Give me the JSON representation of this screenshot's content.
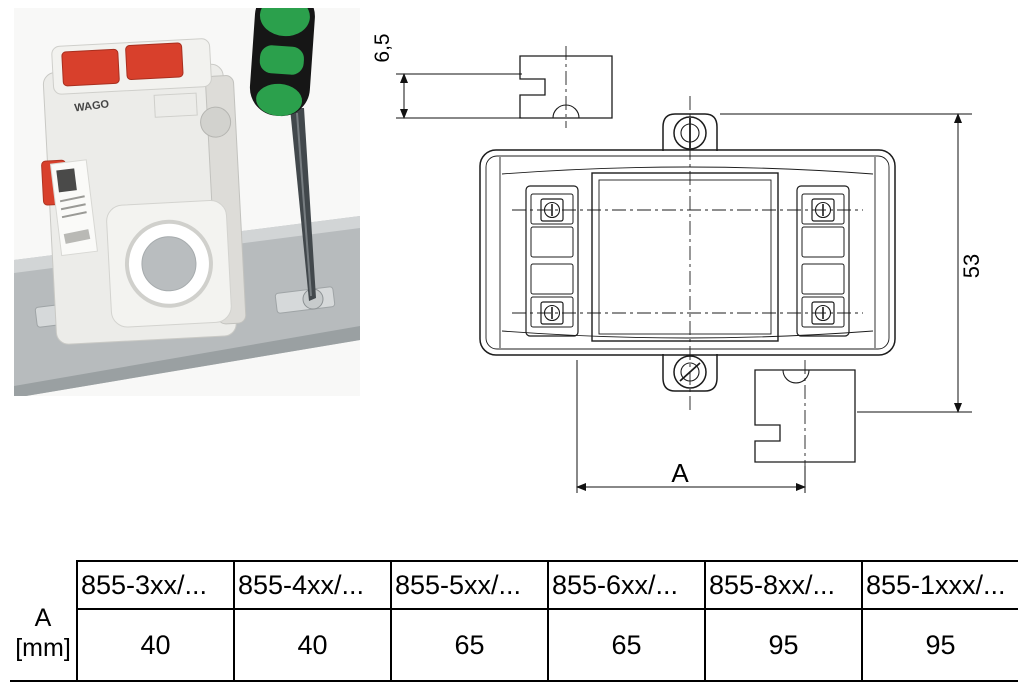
{
  "photo": {
    "brand": "WAGO",
    "colors": {
      "device_red": "#d8402c",
      "handle_green": "#2ba04c",
      "rail_gray": "#b7bbbd"
    }
  },
  "drawing": {
    "dim_offset": "6,5",
    "dim_height": "53",
    "dim_width": "A"
  },
  "table": {
    "row_label": [
      "A",
      "[mm]"
    ],
    "columns": [
      "855-3xx/...",
      "855-4xx/...",
      "855-5xx/...",
      "855-6xx/...",
      "855-8xx/...",
      "855-1xxx/..."
    ],
    "values_mm": [
      "40",
      "40",
      "65",
      "65",
      "95",
      "95"
    ]
  }
}
